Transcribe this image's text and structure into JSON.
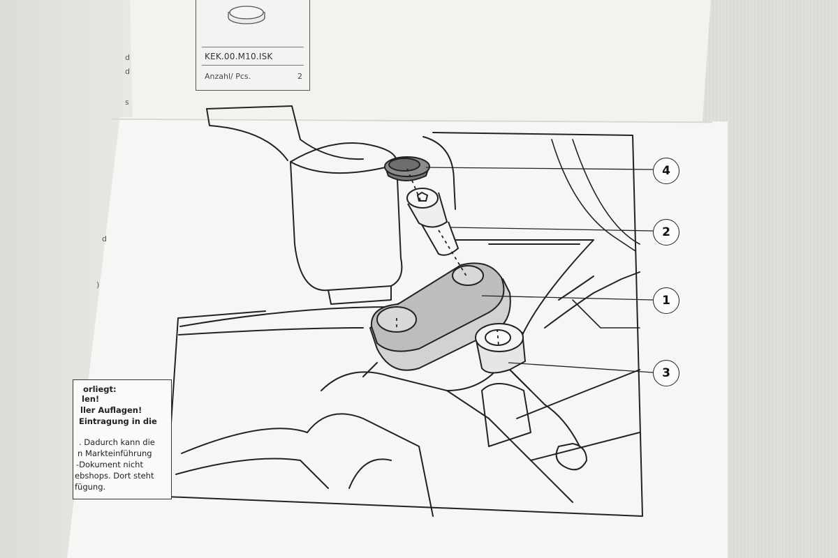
{
  "part_card": {
    "code": "KEK.00.M10.ISK",
    "qty_label": "Anzahl/ Pcs.",
    "qty_value": "2"
  },
  "edge_letters": [
    "d",
    "d",
    "s",
    "d",
    ")"
  ],
  "callouts": [
    "4",
    "2",
    "1",
    "3"
  ],
  "warning": {
    "line1": "orliegt:",
    "line2": "len!",
    "line3": "ller Auflagen!",
    "line4": "Eintragung in die",
    "line5": ". Dadurch kann die",
    "line6": "n Markteinführung",
    "line7": "-Dokument nicht",
    "line8": "ebshops. Dort steht",
    "line9": "fügung."
  }
}
